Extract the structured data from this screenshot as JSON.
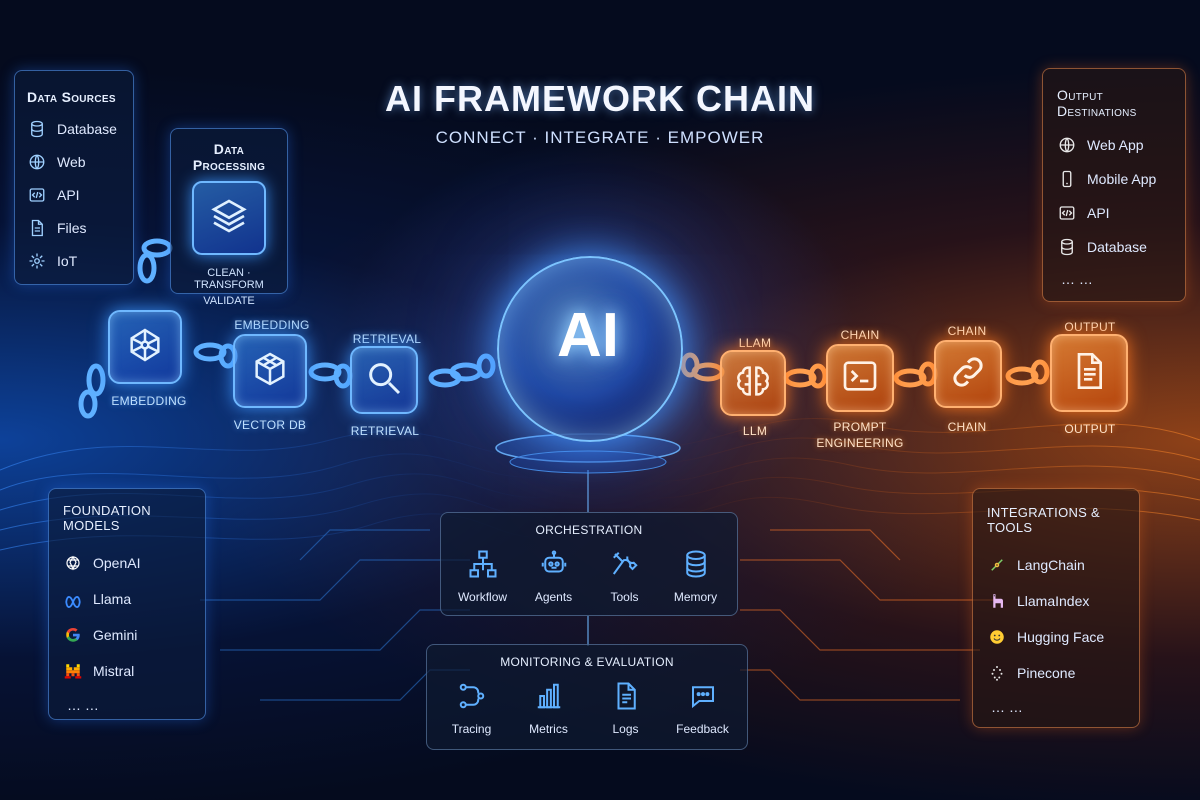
{
  "title": "AI FRAMEWORK CHAIN",
  "subtitle": "CONNECT · INTEGRATE · EMPOWER",
  "data_sources": {
    "title": "Data Sources",
    "items": [
      {
        "label": "Database",
        "icon": "database-icon"
      },
      {
        "label": "Web",
        "icon": "globe-icon"
      },
      {
        "label": "API",
        "icon": "code-icon"
      },
      {
        "label": "Files",
        "icon": "file-icon"
      },
      {
        "label": "IoT",
        "icon": "iot-icon"
      }
    ]
  },
  "data_processing": {
    "title": "Data Processing",
    "caption_line1": "CLEAN · TRANSFORM",
    "caption_line2": "VALIDATE"
  },
  "chain_left": [
    {
      "top_label": "",
      "bottom_label": "EMBEDDING",
      "icon": "network-icon"
    },
    {
      "top_label": "EMBEDDING",
      "bottom_label": "VECTOR DB",
      "icon": "cube-icon"
    },
    {
      "top_label": "RETRIEVAL",
      "bottom_label": "RETRIEVAL",
      "icon": "search-icon"
    }
  ],
  "center": {
    "label": "AI"
  },
  "chain_right": [
    {
      "top_label": "LLAM",
      "bottom_label": "LLM",
      "icon": "brain-icon"
    },
    {
      "top_label": "CHAIN",
      "bottom_label_line1": "PROMPT",
      "bottom_label_line2": "ENGINEERING",
      "icon": "terminal-icon"
    },
    {
      "top_label": "CHAIN",
      "bottom_label": "CHAIN",
      "icon": "link-icon"
    },
    {
      "top_label": "OUTPUT",
      "bottom_label": "OUTPUT",
      "icon": "document-icon"
    }
  ],
  "output_destinations": {
    "title": "Output Destinations",
    "items": [
      {
        "label": "Web App",
        "icon": "globe-icon"
      },
      {
        "label": "Mobile App",
        "icon": "mobile-icon"
      },
      {
        "label": "API",
        "icon": "code-icon"
      },
      {
        "label": "Database",
        "icon": "database-icon"
      },
      {
        "label": "… …",
        "icon": ""
      }
    ]
  },
  "foundation_models": {
    "title": "FOUNDATION MODELS",
    "items": [
      {
        "label": "OpenAI",
        "icon": "openai-icon"
      },
      {
        "label": "Llama",
        "icon": "meta-icon"
      },
      {
        "label": "Gemini",
        "icon": "google-icon"
      },
      {
        "label": "Mistral",
        "icon": "mistral-icon"
      },
      {
        "label": "… …",
        "icon": ""
      }
    ]
  },
  "orchestration": {
    "title": "ORCHESTRATION",
    "items": [
      {
        "label": "Workflow",
        "icon": "workflow-icon"
      },
      {
        "label": "Agents",
        "icon": "robot-icon"
      },
      {
        "label": "Tools",
        "icon": "tools-icon"
      },
      {
        "label": "Memory",
        "icon": "memory-icon"
      }
    ]
  },
  "monitoring": {
    "title": "MONITORING & EVALUATION",
    "items": [
      {
        "label": "Tracing",
        "icon": "tracing-icon"
      },
      {
        "label": "Metrics",
        "icon": "bar-chart-icon"
      },
      {
        "label": "Logs",
        "icon": "logs-icon"
      },
      {
        "label": "Feedback",
        "icon": "chat-icon"
      }
    ]
  },
  "integrations": {
    "title": "INTEGRATIONS & TOOLS",
    "items": [
      {
        "label": "LangChain",
        "icon": "langchain-icon"
      },
      {
        "label": "LlamaIndex",
        "icon": "llama-icon"
      },
      {
        "label": "Hugging Face",
        "icon": "hugging-face-icon"
      },
      {
        "label": "Pinecone",
        "icon": "pinecone-icon"
      },
      {
        "label": "… …",
        "icon": ""
      }
    ]
  },
  "colors": {
    "blue_accent": "#4aa8ff",
    "orange_accent": "#ff8a2a",
    "background": "#050b1e"
  }
}
